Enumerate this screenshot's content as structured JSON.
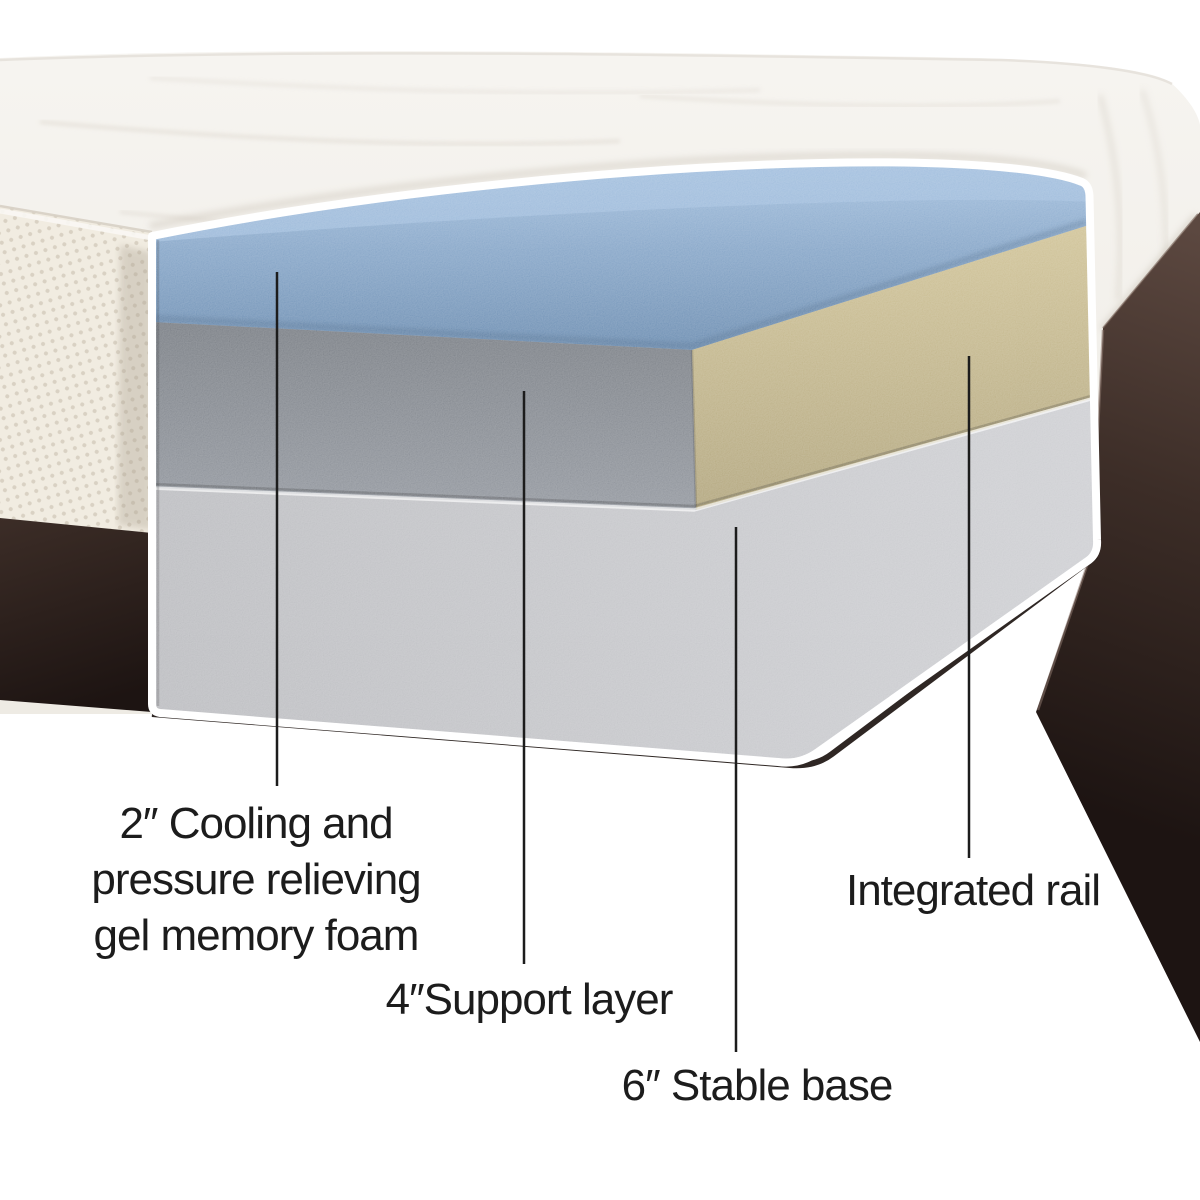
{
  "figure": {
    "kind": "mattress-layer-cutaway-diagram",
    "description": "Corner cutaway of a mattress showing internal foam layers with callout labels"
  },
  "labels": {
    "gel": {
      "lines": [
        "2″ Cooling and",
        "pressure relieving",
        "gel memory foam"
      ]
    },
    "support": {
      "text": "4″Support layer"
    },
    "base": {
      "text": "6″ Stable base"
    },
    "rail": {
      "text": "Integrated rail"
    }
  },
  "layers": [
    {
      "name": "gel memory foam",
      "thickness": "2″"
    },
    {
      "name": "support layer",
      "thickness": "4″"
    },
    {
      "name": "stable base",
      "thickness": "6″"
    },
    {
      "name": "integrated rail",
      "thickness": ""
    }
  ],
  "colors": {
    "background": "#ffffff",
    "text": "#1c1c1c",
    "leader_line": "#1c1c1c",
    "edge_white": "#ffffff",
    "gel_blue_light": "#9cbbdc",
    "gel_blue": "#7d9fc4",
    "gel_blue_dark": "#5e82a9",
    "support_gray_dark": "#6f747b",
    "support_gray": "#8b9098",
    "base_gray": "#b7b8bc",
    "base_gray_light": "#cbccd0",
    "rail_tan": "#cdbf90",
    "rail_tan_dark": "#ab9e73",
    "sheet_light": "#f6f4f0",
    "sheet": "#eeebe4",
    "sheet_shadow": "#d6cfc5",
    "quilt": "#f1ece1",
    "quilt_dot": "#d6cec0",
    "brown_light": "#5c4840",
    "brown": "#3c2d27",
    "brown_dark": "#1d1412"
  }
}
